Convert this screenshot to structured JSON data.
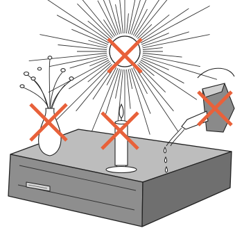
{
  "illustration": {
    "hazards": [
      {
        "name": "direct-sunlight",
        "icon": "sun-icon"
      },
      {
        "name": "vase-with-flowers",
        "icon": "vase-icon"
      },
      {
        "name": "lit-candle",
        "icon": "candle-icon"
      },
      {
        "name": "water-can-dripping",
        "icon": "watering-can-icon"
      }
    ],
    "device": {
      "icon": "set-top-box-icon"
    },
    "colors": {
      "prohibit_cross": "#e8613a",
      "line": "#222222",
      "device_top": "#bdbdbd",
      "device_front": "#8e8e8e",
      "device_side": "#6f6f6f",
      "background": "#ffffff"
    }
  }
}
